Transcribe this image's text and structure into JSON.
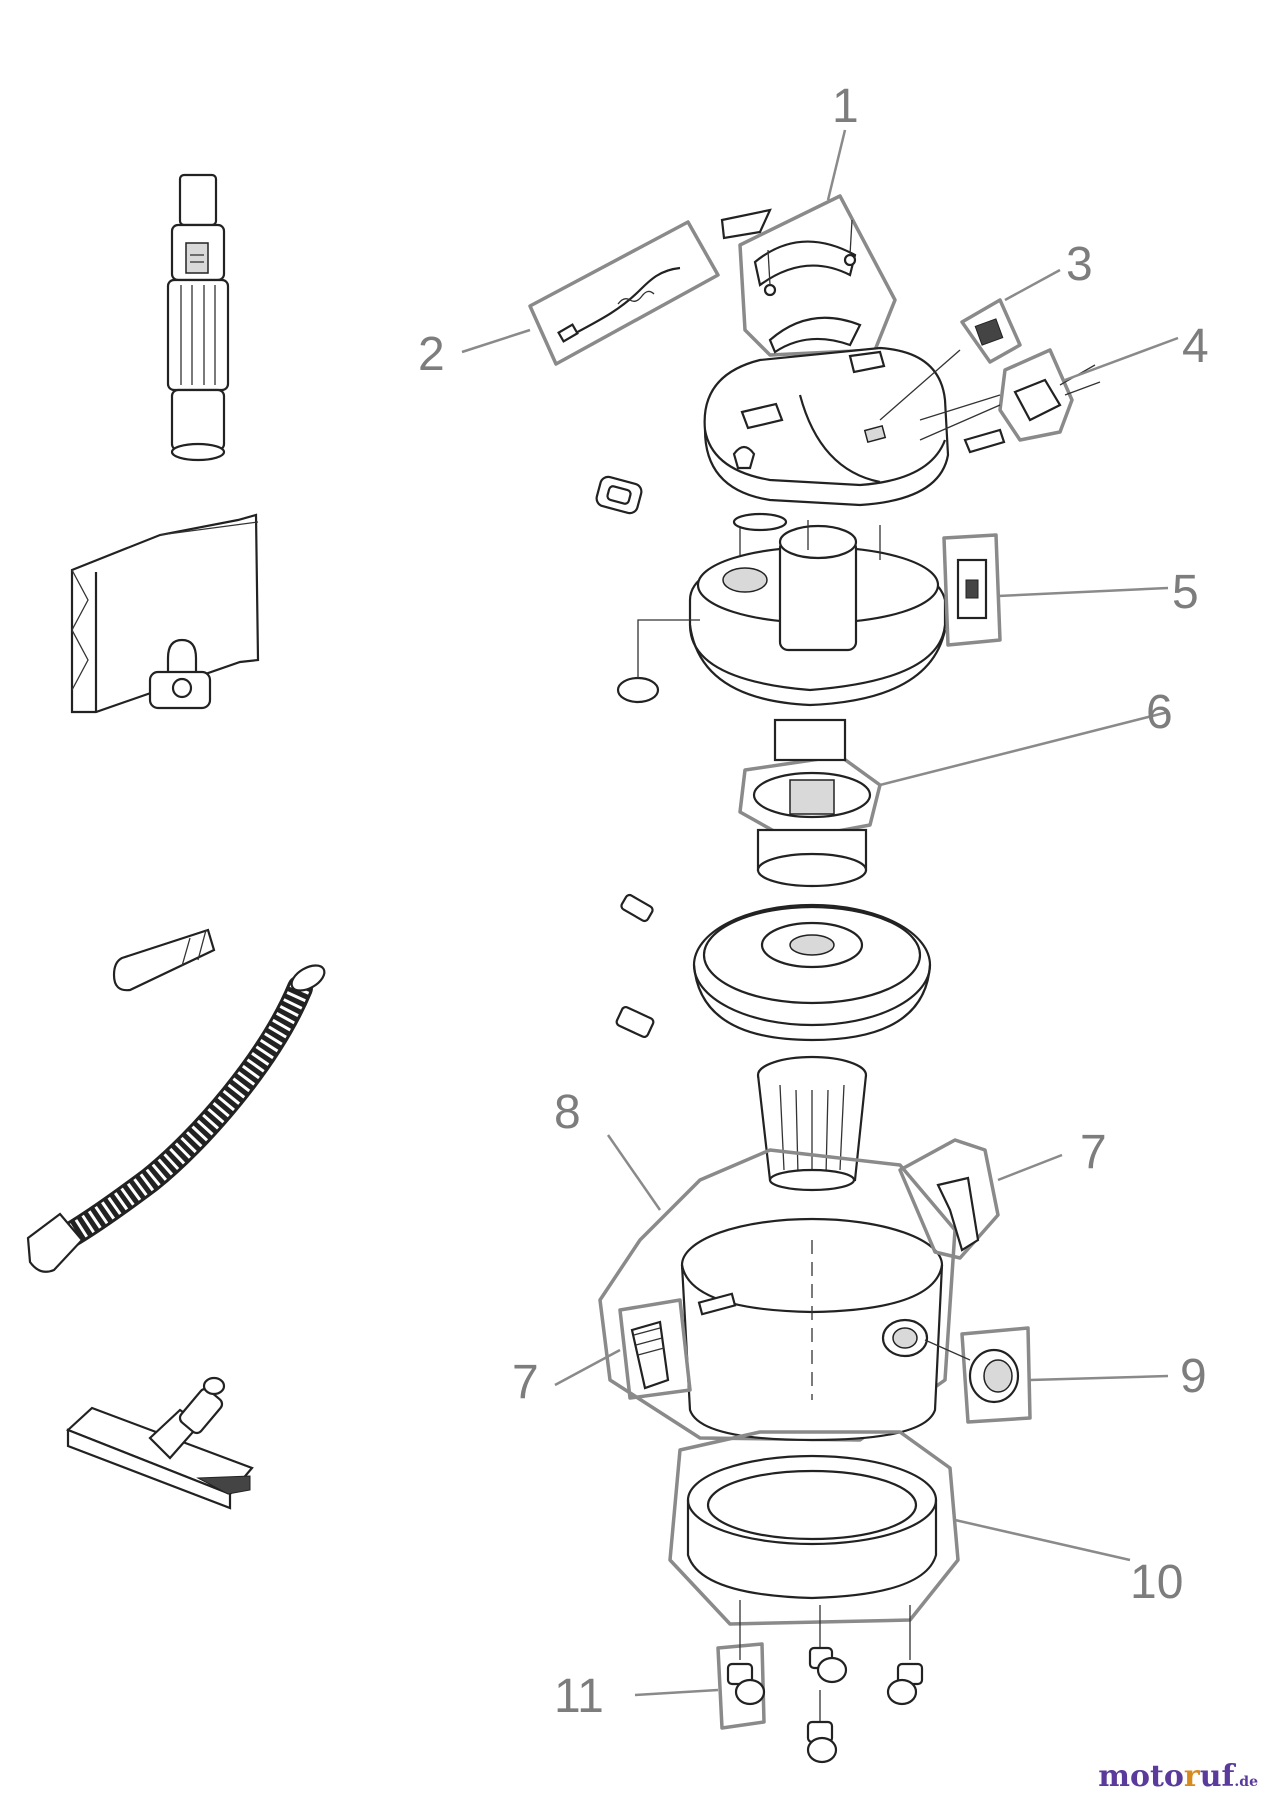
{
  "callouts": [
    {
      "id": "1",
      "label": "1"
    },
    {
      "id": "2",
      "label": "2"
    },
    {
      "id": "3",
      "label": "3"
    },
    {
      "id": "4",
      "label": "4"
    },
    {
      "id": "5",
      "label": "5"
    },
    {
      "id": "6",
      "label": "6"
    },
    {
      "id": "7a",
      "label": "7"
    },
    {
      "id": "7b",
      "label": "7"
    },
    {
      "id": "8",
      "label": "8"
    },
    {
      "id": "9",
      "label": "9"
    },
    {
      "id": "10",
      "label": "10"
    },
    {
      "id": "11",
      "label": "11"
    }
  ],
  "watermark": {
    "main": "moto",
    "accent": "r",
    "rest": "uf",
    "tld": ".de"
  },
  "colors": {
    "line": "#222222",
    "callout_gray": "#8a8a8a",
    "brand_purple": "#5a3a9a",
    "brand_orange": "#d98a1e"
  }
}
